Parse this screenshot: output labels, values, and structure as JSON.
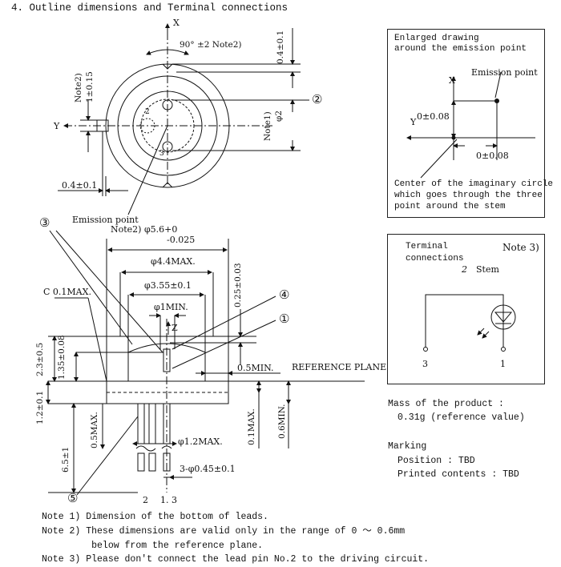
{
  "section_title": "4. Outline dimensions and Terminal connections",
  "top_view": {
    "axis_x": "X",
    "axis_y": "Y",
    "angle": "90°  ±2  Note2)",
    "dim_top": "0.4±0.1",
    "dim_phi2": "φ2",
    "note1": "Note1)",
    "left_note": "Note2)",
    "left_dim": "1±0.15",
    "bottom_dim": "0.4±0.1",
    "emission_point": "Emission point",
    "pin2": "2",
    "pin3": "3",
    "callout2": "②"
  },
  "side_view": {
    "note2_phi": "Note2)  φ5.6+0",
    "phi_tol": "-0.025",
    "phi44": "φ4.4MAX.",
    "phi355": "φ3.55±0.1",
    "phi1": "φ1MIN.",
    "c01": "C  0.1MAX.",
    "z": "Z",
    "dim025": "0.25±0.03",
    "dim23": "2.3±0.5",
    "dim135": "1.35±0.08",
    "dim12": "1.2±0.1",
    "dim05min": "0.5MIN.",
    "ref_plane": "REFERENCE PLANE",
    "dim05max": "0.5MAX.",
    "dim65": "6.5±1",
    "dim01max": "0.1MAX.",
    "dim06min": "0.6MIN.",
    "phi12": "φ1.2MAX.",
    "leads": "3-φ0.45±0.1",
    "pin_label_left": "2",
    "pin_label_right": "1. 3",
    "callout3": "③",
    "callout4": "④",
    "callout1": "①",
    "callout5": "⑤"
  },
  "enlarged": {
    "title_line1": "Enlarged drawing",
    "title_line2": "around the emission point",
    "axis_x": "X",
    "axis_y": "Y",
    "emission_point": "Emission point",
    "dim_y": "0±0.08",
    "dim_x": "0±0.08",
    "caption_line1": "Center of the imaginary circle",
    "caption_line2": "which goes through the three",
    "caption_line3": "point around the stem"
  },
  "terminal": {
    "title_line1": "Terminal",
    "title_line2": "connections",
    "note": "Note 3)",
    "stem_num": "2",
    "stem": "Stem",
    "pin3": "3",
    "pin1": "1"
  },
  "mass": {
    "label": "Mass of the product :",
    "value": "0.31g (reference value)"
  },
  "marking": {
    "label": "Marking",
    "position": "Position : TBD",
    "printed": "Printed contents : TBD"
  },
  "notes": [
    "Note 1) Dimension of the bottom of leads.",
    "Note 2) These dimensions are valid only in the range of 0 ～ 0.6mm",
    "         below from the reference plane.",
    "Note 3) Please don't connect the lead pin No.2 to the driving circuit."
  ]
}
